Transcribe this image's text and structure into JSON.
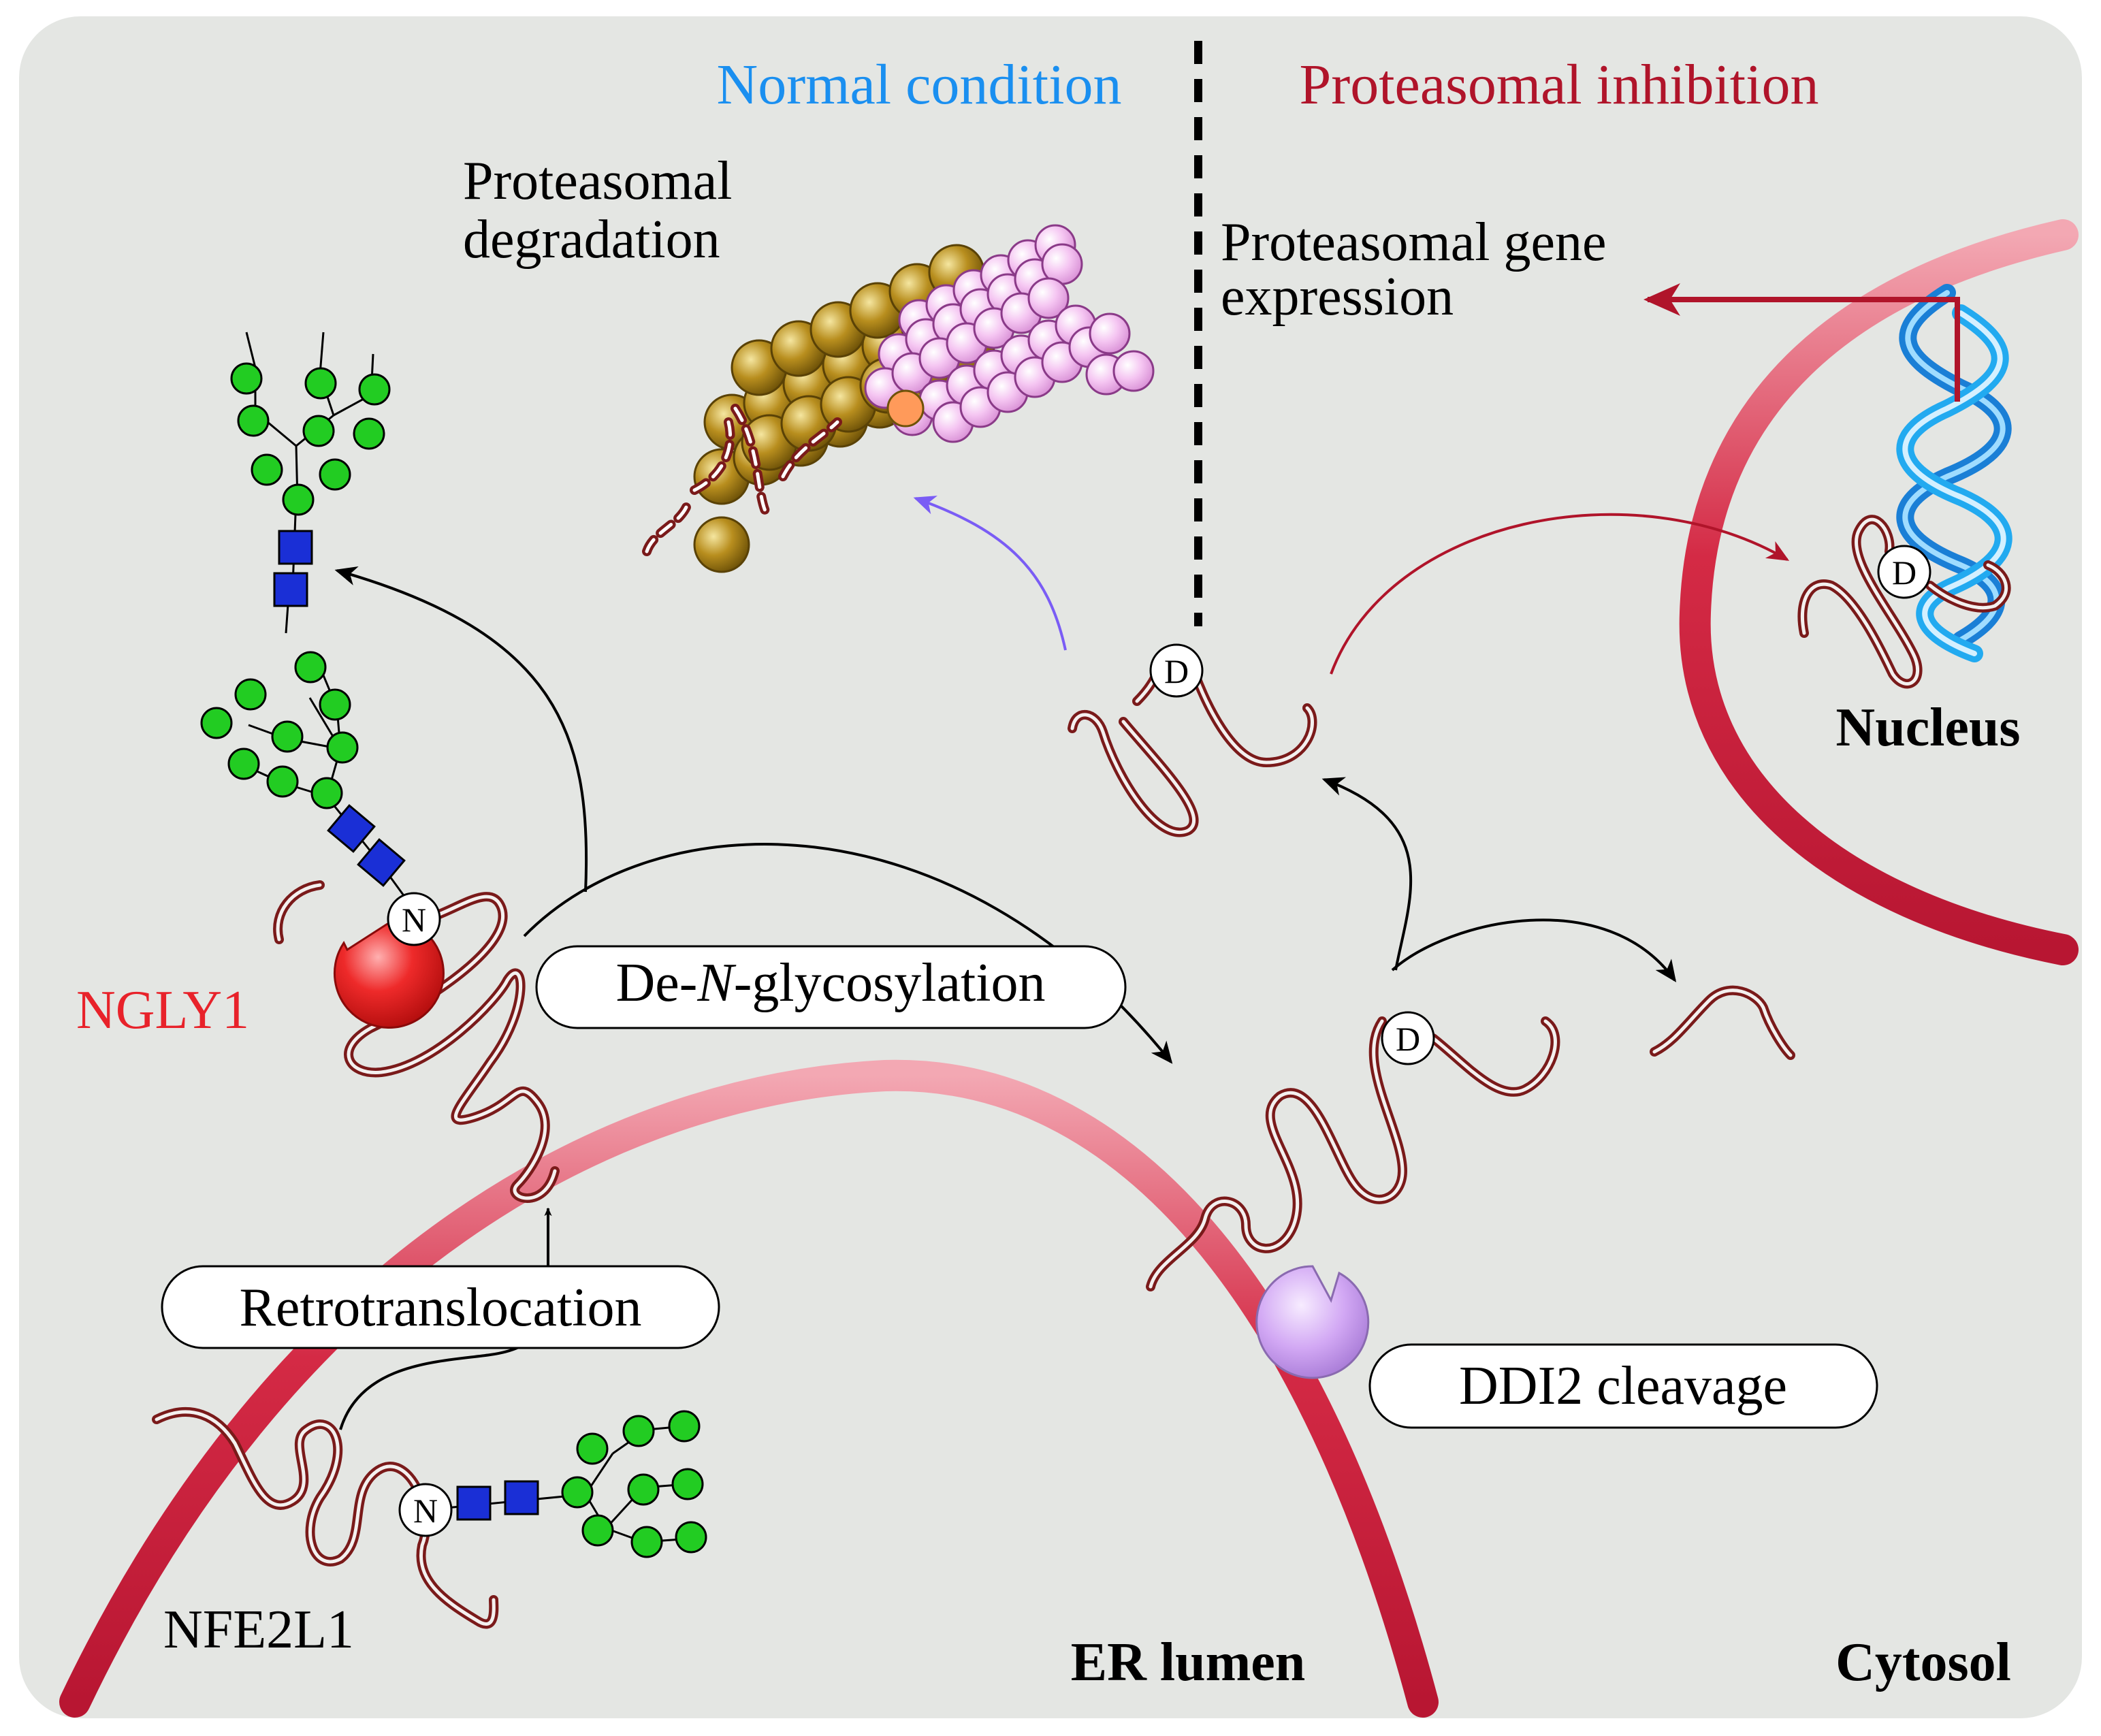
{
  "header": {
    "normal_condition": "Normal condition",
    "proteasomal_inhibition": "Proteasomal inhibition"
  },
  "labels": {
    "proteasomal_degradation_line1": "Proteasomal",
    "proteasomal_degradation_line2": "degradation",
    "proteasomal_gene_expression_line1": "Proteasomal gene",
    "proteasomal_gene_expression_line2": "expression",
    "nucleus": "Nucleus",
    "ngly1": "NGLY1",
    "nfe2l1": "NFE2L1",
    "er_lumen": "ER lumen",
    "cytosol": "Cytosol"
  },
  "steps": {
    "deglycosylation_prefix": "De-",
    "deglycosylation_italic": "N",
    "deglycosylation_suffix": "-glycosylation",
    "retrotranslocation": "Retrotranslocation",
    "ddi2_cleavage": "DDI2 cleavage"
  },
  "markers": {
    "asparagine": "N",
    "aspartate": "D"
  },
  "colors": {
    "background": "#e4e6e3",
    "membrane": "#cc1f3a",
    "normal_text": "#1a8ff0",
    "inhibition_text": "#b0142a",
    "protein_strand": "#7a1a1a",
    "glucose_green": "#22cc22",
    "glcnac_blue": "#1a2fd6",
    "ngly1_red": "#e8222a",
    "ddi2_purple": "#c8a2f0",
    "proteasome_gold": "#a07a10",
    "ubiquitin_pink": "#f0b8ee",
    "dna_blue": "#22aaf0",
    "degradation_arrow": "#7a5cf5",
    "nuclear_arrow": "#b0142a"
  }
}
